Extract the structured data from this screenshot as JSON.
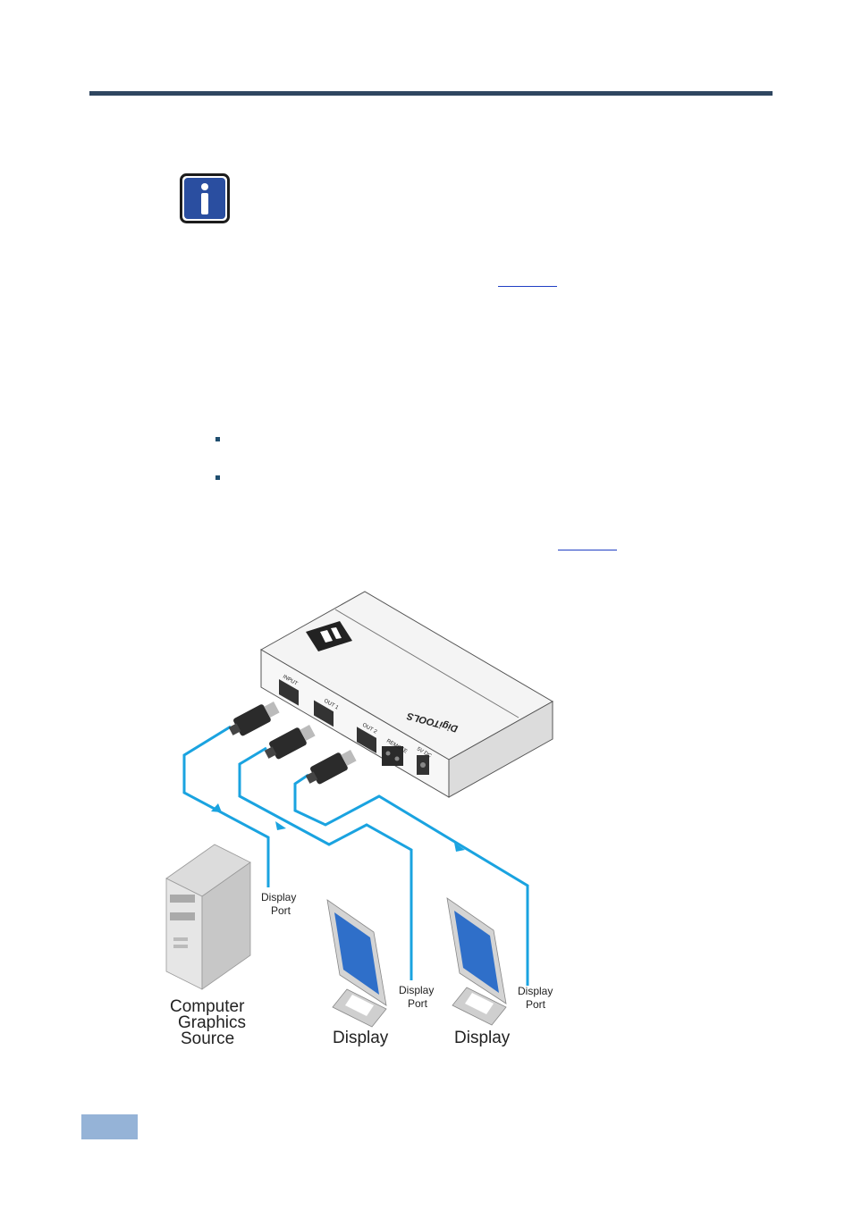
{
  "diagram": {
    "device": {
      "brand": "DigiTOOLS",
      "ports": [
        "INPUT",
        "OUT 1",
        "OUT 2",
        "REMOTE",
        "5V DC"
      ]
    },
    "source": {
      "label_lines": [
        "Computer",
        "Graphics",
        "Source"
      ]
    },
    "displays": [
      {
        "label": "Display"
      },
      {
        "label": "Display"
      }
    ],
    "cable_labels": [
      {
        "lines": [
          "Display",
          "Port"
        ]
      },
      {
        "lines": [
          "Display",
          "Port"
        ]
      },
      {
        "lines": [
          "Display",
          "Port"
        ]
      }
    ]
  },
  "colors": {
    "header_rule": "#2f4660",
    "info_icon": "#2a4ea0",
    "cable": "#1aa3e0",
    "page_tab": "#95b3d7"
  }
}
